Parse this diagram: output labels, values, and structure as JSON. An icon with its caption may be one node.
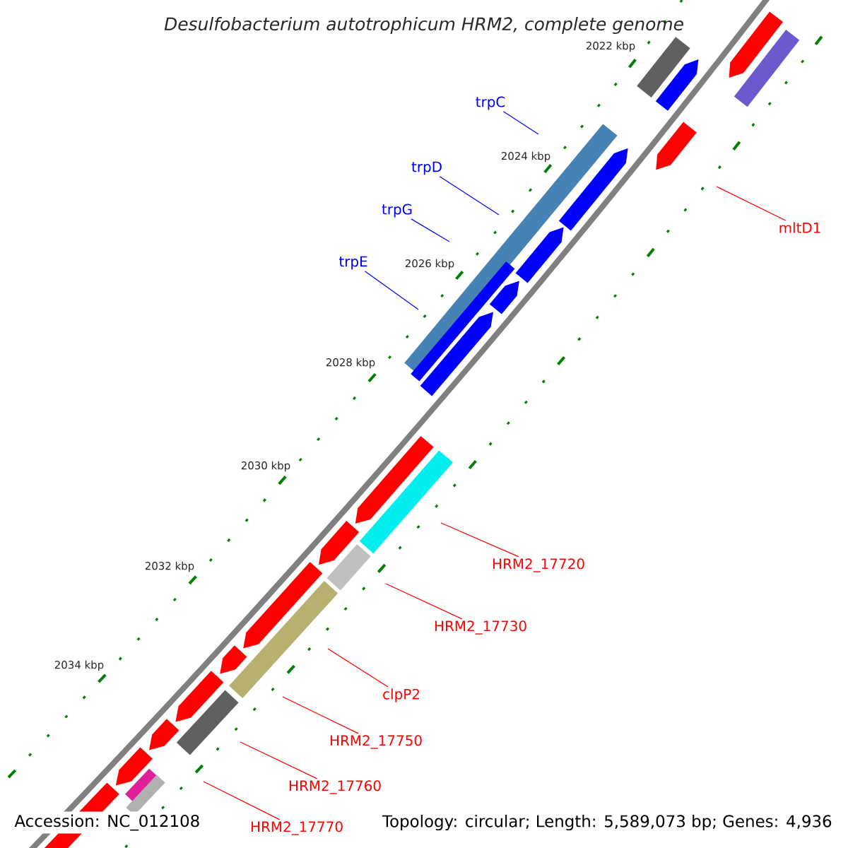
{
  "diagram": {
    "title": "Desulfobacterium autotrophicum HRM2, complete genome",
    "nodes": [
      {
        "text": [
          "trpC"
        ]
      },
      {
        "text": [
          "trpD"
        ]
      },
      {
        "text": [
          "trpG"
        ]
      },
      {
        "text": [
          "trpE"
        ]
      },
      {
        "text": [
          "mltD1"
        ]
      },
      {
        "text": [
          "HRM2_17720"
        ]
      },
      {
        "text": [
          "HRM2_17730"
        ]
      },
      {
        "text": [
          "clpP2"
        ]
      },
      {
        "text": [
          "HRM2_17750"
        ]
      },
      {
        "text": [
          "HRM2_17760"
        ]
      },
      {
        "text": [
          "HRM2_17770"
        ]
      }
    ],
    "edges": [
      {
        "from": 0,
        "to": null,
        "arrow": "none",
        "color": "#0000ff"
      },
      {
        "from": 1,
        "to": null,
        "arrow": "none",
        "color": "#0000ff"
      },
      {
        "from": 2,
        "to": null,
        "arrow": "none",
        "color": "#0000ff"
      },
      {
        "from": 3,
        "to": null,
        "arrow": "none",
        "color": "#0000ff"
      },
      {
        "from": 4,
        "to": null,
        "arrow": "none"
      },
      {
        "from": 5,
        "to": null,
        "arrow": "none"
      },
      {
        "from": 6,
        "to": null,
        "arrow": "none"
      },
      {
        "from": 7,
        "to": null,
        "arrow": "none"
      },
      {
        "from": 8,
        "to": null,
        "arrow": "none"
      },
      {
        "from": 9,
        "to": null,
        "arrow": "none"
      },
      {
        "from": 10,
        "to": null,
        "arrow": "none"
      }
    ],
    "labels": [
      "2022 kbp",
      "2024 kbp",
      "2026 kbp",
      "2028 kbp",
      "2030 kbp",
      "2032 kbp",
      "2034 kbp",
      "Accession: NC_012108",
      "Topology: circular; Length: 5,589,073 bp; Genes: 4,936"
    ]
  }
}
